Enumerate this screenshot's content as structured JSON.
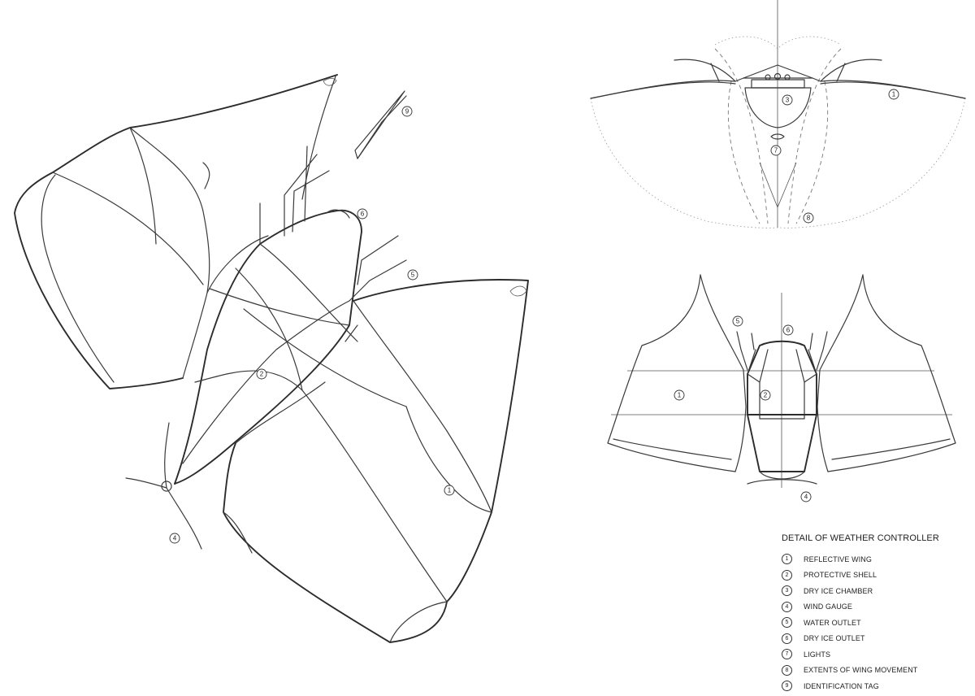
{
  "legend": {
    "title": "DETAIL OF WEATHER CONTROLLER",
    "items": [
      {
        "num": "1",
        "label": "REFLECTIVE WING"
      },
      {
        "num": "2",
        "label": "PROTECTIVE SHELL"
      },
      {
        "num": "3",
        "label": "DRY ICE CHAMBER"
      },
      {
        "num": "4",
        "label": "WIND GAUGE"
      },
      {
        "num": "5",
        "label": "WATER OUTLET"
      },
      {
        "num": "6",
        "label": "DRY ICE OUTLET"
      },
      {
        "num": "7",
        "label": "LIGHTS"
      },
      {
        "num": "8",
        "label": "EXTENTS OF WING MOVEMENT"
      },
      {
        "num": "9",
        "label": "IDENTIFICATION TAG"
      }
    ]
  },
  "callouts": {
    "perspective": [
      "9",
      "6",
      "5",
      "2",
      "1",
      "4"
    ],
    "top_view": [
      "3",
      "1",
      "7",
      "8"
    ],
    "front_view": [
      "5",
      "6",
      "1",
      "2",
      "4"
    ]
  }
}
